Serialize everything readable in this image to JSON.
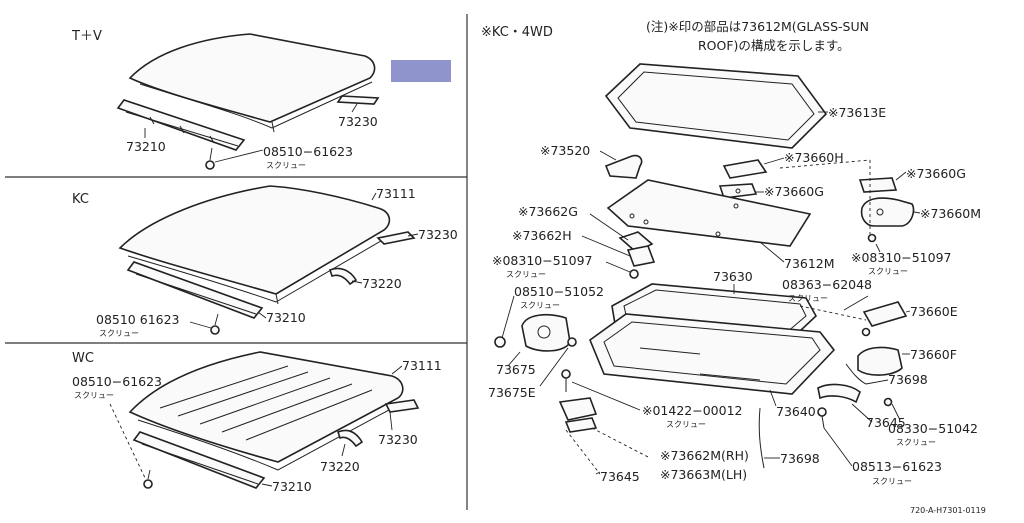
{
  "sections": {
    "tv": "T＋V",
    "kc": "KC",
    "wc": "WC",
    "kc4wd": "※KC・4WD"
  },
  "note": {
    "line1": "(注)※印の部品は73612M(GLASS-SUN",
    "line2": "ROOF)の構成を示します。"
  },
  "screw_jp": "スクリュー",
  "tv_parts": {
    "p73230": "73230",
    "p73210": "73210",
    "p08510": "08510−61623"
  },
  "kc_parts": {
    "p73111": "73111",
    "p73230": "73230",
    "p73220": "73220",
    "p73210": "73210",
    "p08510": "08510  61623"
  },
  "wc_parts": {
    "p73111": "73111",
    "p08510": "08510−61623",
    "p73230": "73230",
    "p73220": "73220",
    "p73210": "73210"
  },
  "sun_parts": {
    "p73613E": "※73613E",
    "p73520": "※73520",
    "p73660H": "※73660H",
    "p73660G_a": "※73660G",
    "p73660G_b": "※73660G",
    "p73660M": "※73660M",
    "p73662G": "※73662G",
    "p73662H": "※73662H",
    "p08310_a": "※08310−51097",
    "p08310_b": "※08310−51097",
    "p73612M": "73612M",
    "p73630": "73630",
    "p08510_51052": "08510−51052",
    "p08363": "08363−62048",
    "p73660E": "73660E",
    "p73660F": "73660F",
    "p73675": "73675",
    "p73675E": "73675E",
    "p01422": "※01422−00012",
    "p73640": "73640",
    "p73698_a": "73698",
    "p73698_b": "73698",
    "p08330": "08330−51042",
    "p73645_a": "73645",
    "p73645_b": "73645",
    "p73662M": "※73662M(RH)",
    "p73663M": "※73663M(LH)",
    "p08513": "08513−61623"
  },
  "ref_code": "720-A-H7301-0119",
  "colors": {
    "highlight": "#8f95cc",
    "line": "#222222"
  }
}
